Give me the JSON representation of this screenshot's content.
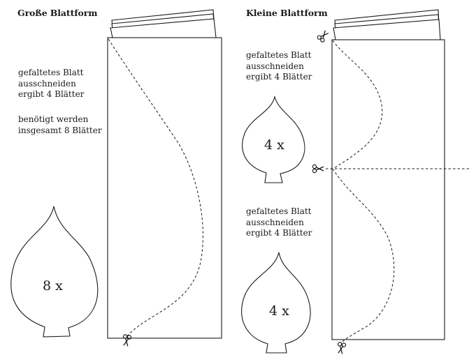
{
  "left": {
    "heading": "Große Blattform",
    "instruction": "gefaltetes Blatt\nausschneiden\nergibt 4 Blätter",
    "note": "benötigt werden\ninsgesamt 8 Blätter",
    "leaf_count": "8 x"
  },
  "right": {
    "heading": "Kleine Blattform",
    "instruction_top": "gefaltetes Blatt\nausschneiden\nergibt 4 Blätter",
    "leaf_count_top": "4 x",
    "instruction_bottom": "gefaltetes Blatt\nausschneiden\nergibt 4 Blätter",
    "leaf_count_bottom": "4 x"
  },
  "icons": [
    "scissors-icon"
  ]
}
